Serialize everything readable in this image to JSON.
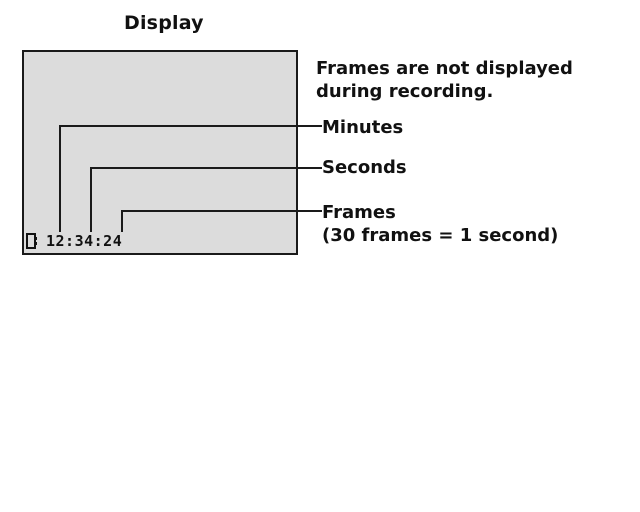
{
  "title": "Display",
  "note": {
    "line1": "Frames are not displayed",
    "line2": "during recording."
  },
  "readout": {
    "icon": "tape-cassette-icon",
    "time": "12:34:24"
  },
  "labels": {
    "minutes": "Minutes",
    "seconds": "Seconds",
    "frames": "Frames",
    "frames_note": "(30 frames = 1 second)"
  },
  "colors": {
    "screen_fill": "#dcdcdc",
    "line": "#1a1a1a",
    "text": "#111111"
  }
}
